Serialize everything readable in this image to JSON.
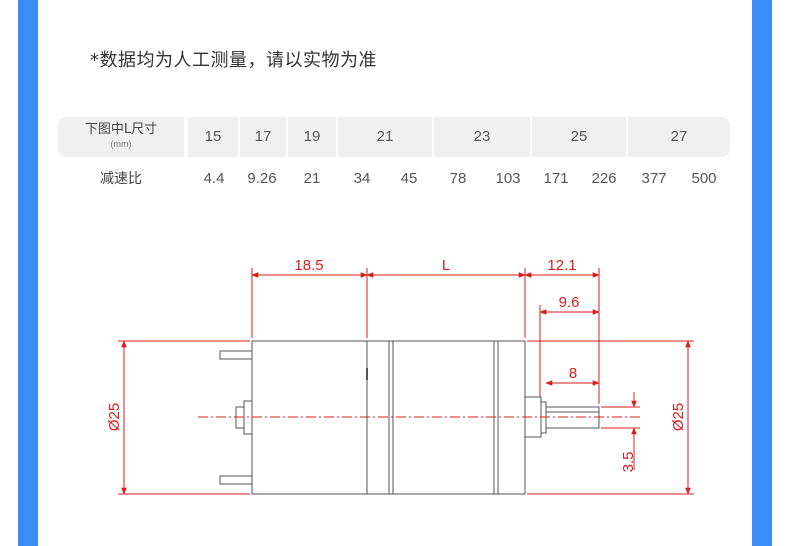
{
  "note": "*数据均为人工测量，请以实物为准",
  "table": {
    "header_label": "下图中L尺寸",
    "header_unit": "(mm)",
    "sizes": [
      "15",
      "17",
      "19",
      "21",
      "23",
      "25",
      "27"
    ],
    "ratio_label": "减速比",
    "ratios": [
      "4.4",
      "9.26",
      "21",
      "34",
      "45",
      "78",
      "103",
      "171",
      "226",
      "377",
      "500"
    ]
  },
  "dimensions": {
    "motor_body": "18.5",
    "gearbox": "L",
    "front_total": "12.1",
    "front_mid": "9.6",
    "shaft_length": "8",
    "shaft_flat": "3.5",
    "diameter_left": "Ø25",
    "diameter_right": "Ø25"
  },
  "colors": {
    "accent": "#3b8ef5",
    "dimension": "#d81e1e",
    "line": "#555555"
  }
}
